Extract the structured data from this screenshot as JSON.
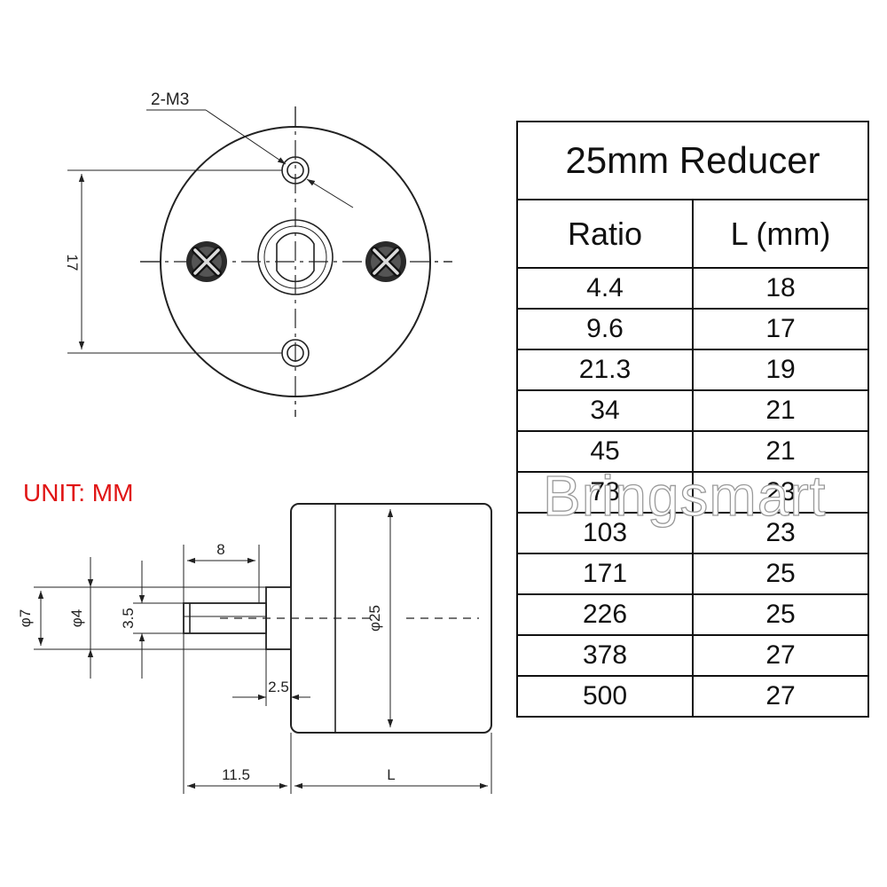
{
  "front_view": {
    "hole_callout": "2-M3",
    "hole_spacing_dim": "17"
  },
  "side_view": {
    "shaft_length_dim": "8",
    "outer_shaft_dia_dim": "φ7",
    "shaft_dia_dim": "φ4",
    "flat_dim": "3.5",
    "body_dia_dim": "φ25",
    "boss_dim": "2.5",
    "shaft_extension_dim": "11.5",
    "body_length_dim": "L"
  },
  "unit_label": "UNIT: MM",
  "watermark": "Bringsmart",
  "table": {
    "title": "25mm Reducer",
    "headers": [
      "Ratio",
      "L (mm)"
    ],
    "rows": [
      [
        "4.4",
        "18"
      ],
      [
        "9.6",
        "17"
      ],
      [
        "21.3",
        "19"
      ],
      [
        "34",
        "21"
      ],
      [
        "45",
        "21"
      ],
      [
        "78",
        "23"
      ],
      [
        "103",
        "23"
      ],
      [
        "171",
        "25"
      ],
      [
        "226",
        "25"
      ],
      [
        "378",
        "27"
      ],
      [
        "500",
        "27"
      ]
    ]
  },
  "colors": {
    "unit_label": "#e01414",
    "line": "#222222"
  }
}
